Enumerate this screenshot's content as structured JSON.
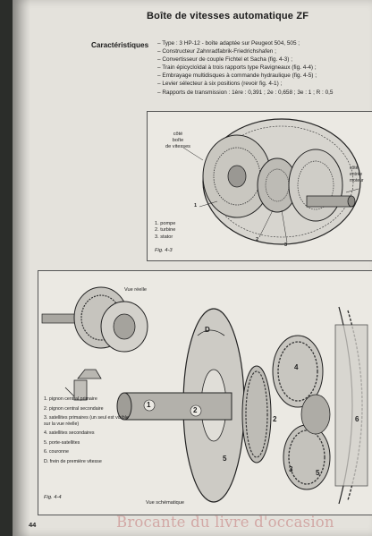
{
  "page": {
    "title": "Boîte de vitesses automatique ZF",
    "section_label": "Caractéristiques",
    "specs": [
      "Type : 3 HP-12 - boîte adaptée sur Peugeot 504, 505 ;",
      "Constructeur Zahnradfabrik-Friedrichshafen ;",
      "Convertisseur de couple Fichtel et Sacha (fig. 4-3) ;",
      "Train épicycloïdal à trois rapports type Ravigneaux (fig. 4-4) ;",
      "Embrayage multidisques à commande hydraulique (fig. 4-5) ;",
      "Levier sélecteur à six positions (revoir fig. 4-1) ;",
      "Rapports de transmission : 1ère : 0,391 ; 2e : 0,658 ; 3e : 1 ; R : 0,5"
    ],
    "page_number": "44"
  },
  "fig43": {
    "caption": "Fig. 4-3",
    "label_left": "côté\nboîte\nde vitesses",
    "label_right": "côté\nentrée\nmoteur",
    "legend": [
      "1. pompe",
      "2. turbine",
      "3. stator"
    ],
    "callouts": [
      "1",
      "2",
      "3"
    ]
  },
  "fig44": {
    "caption": "Fig. 4-4",
    "label_top": "Vue réelle",
    "label_bottom": "Vue schématique",
    "legend": [
      "1. pignon central primaire",
      "2. pignon central secondaire",
      "3. satellites primaires (un seul est visible sur la vue réelle)",
      "4. satellites secondaires",
      "5. porte-satellites",
      "6. couronne",
      "D. frein de première vitesse"
    ],
    "callouts": [
      "1",
      "2",
      "2",
      "3",
      "4",
      "5",
      "5",
      "6",
      "D"
    ]
  },
  "watermark": "Brocante du livre d'occasion"
}
